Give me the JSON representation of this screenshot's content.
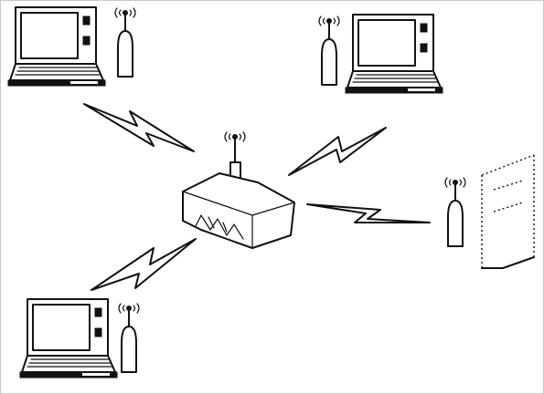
{
  "diagram": {
    "nodes": [
      {
        "id": "laptop-top-left",
        "icon": "laptop-with-wireless-adapter-icon"
      },
      {
        "id": "laptop-top-right",
        "icon": "laptop-with-wireless-adapter-icon"
      },
      {
        "id": "access-point",
        "icon": "wireless-access-point-icon"
      },
      {
        "id": "desktop-tower",
        "icon": "desktop-tower-with-wireless-adapter-icon"
      },
      {
        "id": "laptop-bottom-left",
        "icon": "laptop-with-wireless-adapter-icon"
      }
    ],
    "links": [
      {
        "from": "laptop-top-left",
        "to": "access-point",
        "type": "wireless"
      },
      {
        "from": "laptop-top-right",
        "to": "access-point",
        "type": "wireless"
      },
      {
        "from": "desktop-tower",
        "to": "access-point",
        "type": "wireless"
      },
      {
        "from": "laptop-bottom-left",
        "to": "access-point",
        "type": "wireless"
      }
    ],
    "colors": {
      "ink": "#111111",
      "background": "#ffffff",
      "frame": "#c8c8c8"
    }
  }
}
